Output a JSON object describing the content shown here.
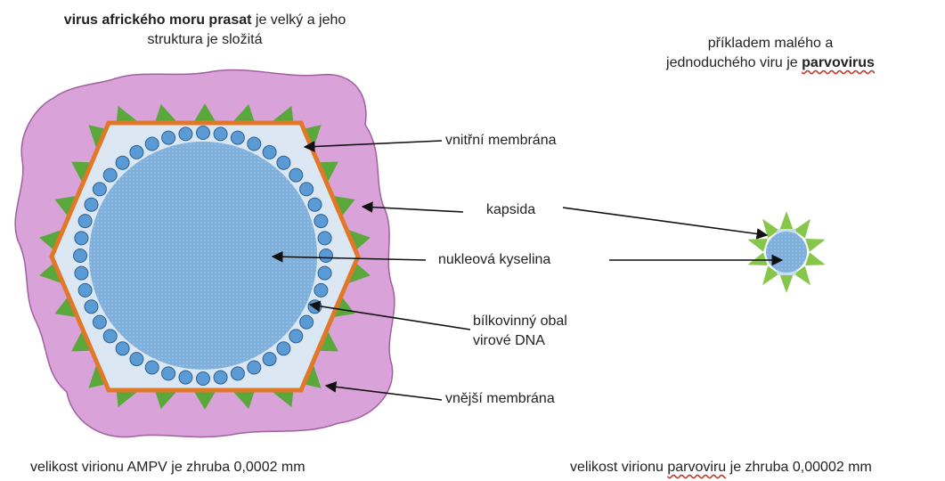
{
  "title_left": {
    "bold": "virus afrického moru prasat",
    "rest_line1": " je velký a jeho",
    "line2": "struktura je složitá"
  },
  "title_right": {
    "line1": "příkladem malého a",
    "line2_plain": "jednoduchého viru je ",
    "line2_bold": "parvovirus"
  },
  "labels": {
    "inner_membrane": "vnitřní membrána",
    "capsid": "kapsida",
    "nucleic_acid": "nukleová kyselina",
    "protein_coat_line1": "bílkovinný obal",
    "protein_coat_line2": "virové DNA",
    "outer_membrane": "vnější membrána"
  },
  "footer_left": "velikost virionu AMPV je zhruba 0,0002 mm",
  "footer_right": {
    "prefix": "velikost virionu ",
    "word": "parvoviru",
    "suffix": " je zhruba 0,00002 mm"
  },
  "colors": {
    "outer_membrane": "#d9a3d9",
    "outer_membrane_stroke": "#a060a0",
    "spike_green": "#5aa83c",
    "capsid_orange": "#e07828",
    "inner_fill": "#dbe8f4",
    "nucleic_fill": "#7fb0dc",
    "bead": "#5b9bd5",
    "bead_stroke": "#2e5f8f",
    "small_spike": "#86c64a"
  }
}
